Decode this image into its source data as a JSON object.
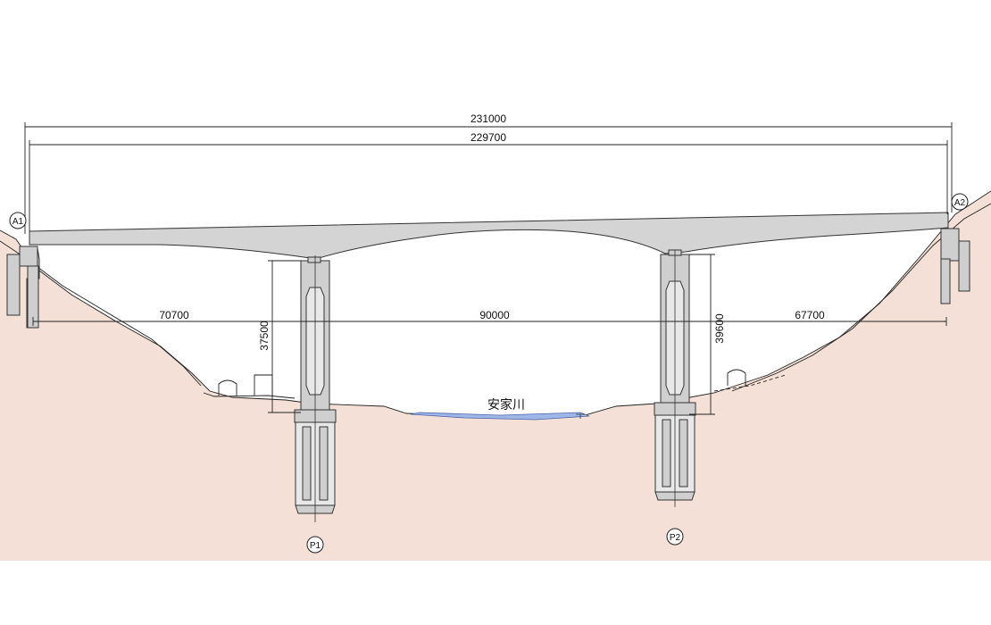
{
  "diagram": {
    "river_name": "安家川",
    "dimensions": {
      "total_length": "231000",
      "girder_length": "229700",
      "span_a1_p1": "70700",
      "span_p1_p2": "90000",
      "span_p2_a2": "67700",
      "pier_p1_height": "37500",
      "pier_p2_height": "39600"
    },
    "supports": {
      "a1": "A1",
      "a2": "A2",
      "p1": "P1",
      "p2": "P2"
    },
    "colors": {
      "ground": "#f4e0d6",
      "concrete": "#d4d4d4",
      "water": "#9fb7e8"
    }
  }
}
